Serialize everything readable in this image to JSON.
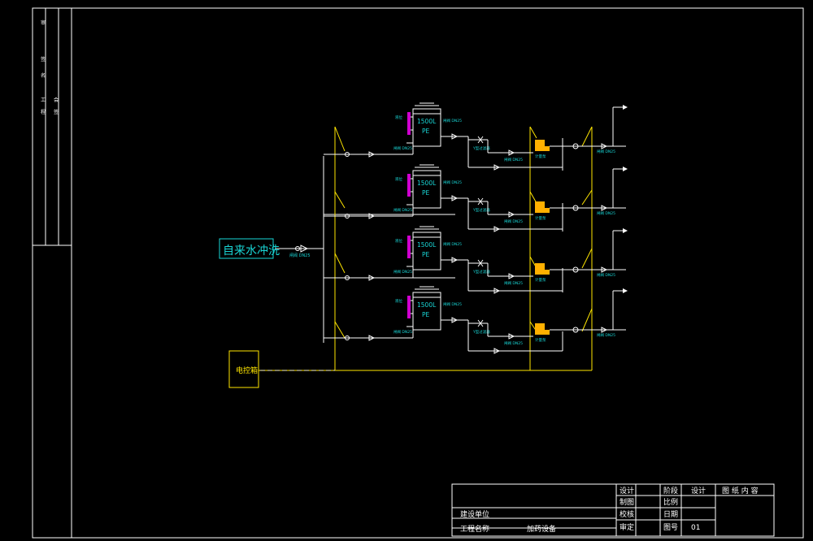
{
  "colors": {
    "background": "#000000",
    "frame": "#ffffff",
    "pipe": "#ffffff",
    "yellow": "#ffe600",
    "cyan": "#19d6d6",
    "magenta": "#d000d0",
    "orange": "#ffb000"
  },
  "source_label": "自来水冲洗",
  "inlet_label": "闸阀 DN25",
  "control_box_label": "电控箱",
  "tanks": [
    {
      "capacity": "1500L",
      "material": "PE",
      "level_label": "液位",
      "top_label": "闸阀 DN25",
      "left_label": "闸阀 DN25",
      "mid_label": "闸阀 DN25",
      "strainer_label": "Y型过滤器",
      "pump_label": "计量泵",
      "out_label": "闸阀 DN25"
    },
    {
      "capacity": "1500L",
      "material": "PE",
      "level_label": "液位",
      "top_label": "闸阀 DN25",
      "left_label": "闸阀 DN25",
      "mid_label": "闸阀 DN25",
      "strainer_label": "Y型过滤器",
      "pump_label": "计量泵",
      "out_label": "闸阀 DN25"
    },
    {
      "capacity": "1500L",
      "material": "PE",
      "level_label": "液位",
      "top_label": "闸阀 DN25",
      "left_label": "闸阀 DN25",
      "mid_label": "闸阀 DN25",
      "strainer_label": "Y型过滤器",
      "pump_label": "计量泵",
      "out_label": "闸阀 DN25"
    },
    {
      "capacity": "1500L",
      "material": "PE",
      "level_label": "液位",
      "top_label": "闸阀 DN25",
      "left_label": "闸阀 DN25",
      "mid_label": "闸阀 DN25",
      "strainer_label": "Y型过滤器",
      "pump_label": "计量泵",
      "out_label": "闸阀 DN25"
    }
  ],
  "side_strip": {
    "labels": [
      "审",
      "签",
      "名",
      "工",
      "程",
      "会",
      "签"
    ]
  },
  "title_block": {
    "build_unit_label": "建设单位",
    "project_name_label": "工程名称",
    "project_name_value": "加药设备",
    "design_label": "设计",
    "drawing_label": "制图",
    "check_label": "校核",
    "review_label": "审定",
    "stage_label": "阶段",
    "stage_value": "设计",
    "scale_label": "比例",
    "date_label": "日期",
    "drawing_no_label": "图号",
    "drawing_no_value": "01",
    "content_label": "图 纸 内 容"
  }
}
